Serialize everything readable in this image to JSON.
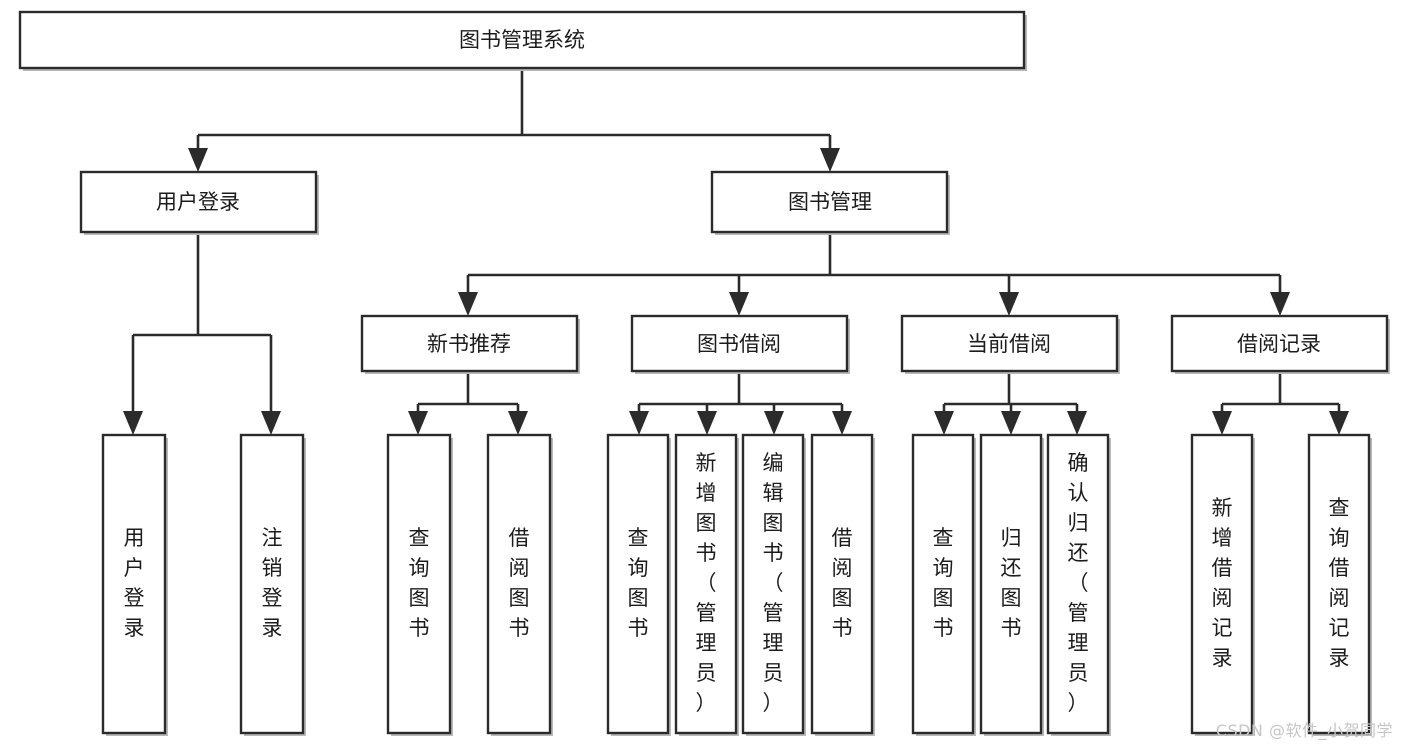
{
  "diagram": {
    "type": "tree",
    "title": "图书管理系统",
    "watermark": "CSDN @软件_小贺同学",
    "colors": {
      "box_fill": "#ffffff",
      "box_stroke": "#2b2b2b",
      "text": "#1c1c1c",
      "connector": "#2b2b2b",
      "watermark": "#c6c6c6",
      "background": "#ffffff"
    },
    "nodes": {
      "root": {
        "label": "图书管理系统"
      },
      "level2": [
        {
          "label": "用户登录"
        },
        {
          "label": "图书管理"
        }
      ],
      "level3": [
        {
          "label": "新书推荐"
        },
        {
          "label": "图书借阅"
        },
        {
          "label": "当前借阅"
        },
        {
          "label": "借阅记录"
        }
      ],
      "leaves": {
        "user_login": [
          {
            "label": "用户登录"
          },
          {
            "label": "注销登录"
          }
        ],
        "new_book": [
          {
            "label": "查询图书"
          },
          {
            "label": "借阅图书"
          }
        ],
        "book_borrow": [
          {
            "label": "查询图书"
          },
          {
            "label": "新增图书（管理员）"
          },
          {
            "label": "编辑图书（管理员）"
          },
          {
            "label": "借阅图书"
          }
        ],
        "current_borrow": [
          {
            "label": "查询图书"
          },
          {
            "label": "归还图书"
          },
          {
            "label": "确认归还（管理员）"
          }
        ],
        "borrow_record": [
          {
            "label": "新增借阅记录"
          },
          {
            "label": "查询借阅记录"
          }
        ]
      }
    }
  }
}
